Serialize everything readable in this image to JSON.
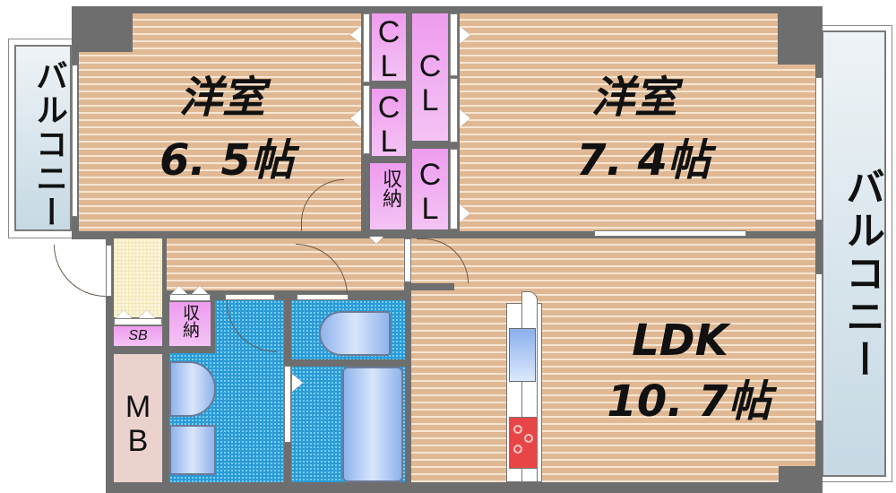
{
  "floorplan": {
    "rooms": {
      "western_room_left": {
        "name": "洋室",
        "size": "6. 5帖"
      },
      "western_room_right": {
        "name": "洋室",
        "size": "7. 4帖"
      },
      "ldk": {
        "name": "LDK",
        "size": "10. 7帖"
      }
    },
    "balconies": {
      "left": "バルコニー",
      "right": "バルコニー"
    },
    "closets": {
      "cl_1": "CL",
      "cl_2": "CL",
      "cl_3": "CL",
      "cl_4": "CL"
    },
    "storage": {
      "hall_storage": "収納",
      "washroom_storage": "収納",
      "shoe_box": "SB",
      "meter_box": "MB"
    },
    "colors": {
      "wall": "#6e6e6e",
      "floor": "#e0b994",
      "wet_area": "#2b9bd6",
      "closet": "#ee9cee",
      "balcony": "#d6e3eb",
      "meter_box": "#ecd2cd",
      "stove": "#e84646"
    }
  }
}
